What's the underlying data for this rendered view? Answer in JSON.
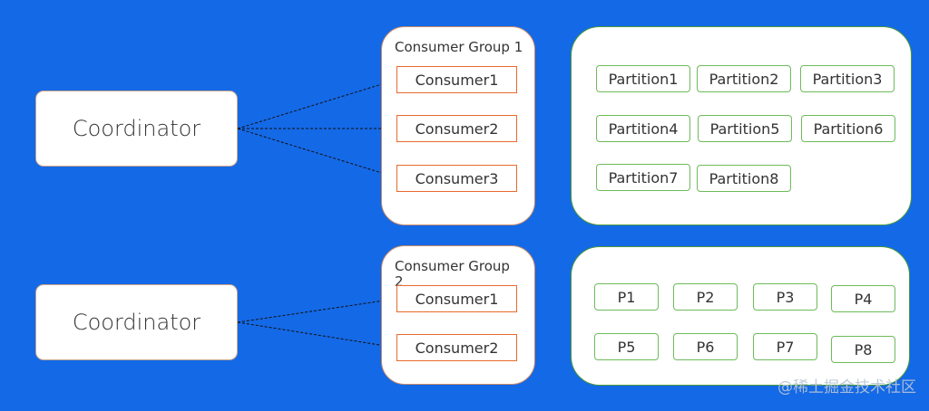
{
  "colors": {
    "background": "#1469e6",
    "consumer_border": "#e86a2c",
    "partition_border": "#6dbb5a",
    "arrow": "#111111"
  },
  "row1": {
    "coordinator": "Coordinator",
    "group_title": "Consumer Group 1",
    "consumers": [
      "Consumer1",
      "Consumer2",
      "Consumer3"
    ],
    "partitions": [
      "Partition1",
      "Partition2",
      "Partition3",
      "Partition4",
      "Partition5",
      "Partition6",
      "Partition7",
      "Partition8"
    ]
  },
  "row2": {
    "coordinator": "Coordinator",
    "group_title": "Consumer Group 2",
    "consumers": [
      "Consumer1",
      "Consumer2"
    ],
    "partitions": [
      "P1",
      "P2",
      "P3",
      "P4",
      "P5",
      "P6",
      "P7",
      "P8"
    ]
  },
  "watermark": "@稀土掘金技术社区"
}
